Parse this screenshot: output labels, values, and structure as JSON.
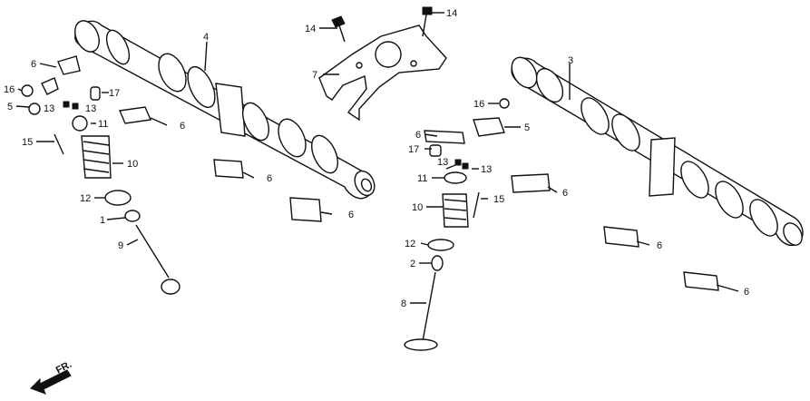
{
  "diagram": {
    "callouts": [
      {
        "id": "c-4",
        "text": "4"
      },
      {
        "id": "c-3",
        "text": "3"
      },
      {
        "id": "c-14a",
        "text": "14"
      },
      {
        "id": "c-14b",
        "text": "14"
      },
      {
        "id": "c-7",
        "text": "7"
      },
      {
        "id": "c-6a",
        "text": "6"
      },
      {
        "id": "c-16a",
        "text": "16"
      },
      {
        "id": "c-17a",
        "text": "17"
      },
      {
        "id": "c-5a",
        "text": "5"
      },
      {
        "id": "c-13a",
        "text": "13"
      },
      {
        "id": "c-13b",
        "text": "13"
      },
      {
        "id": "c-6b",
        "text": "6"
      },
      {
        "id": "c-11a",
        "text": "11"
      },
      {
        "id": "c-15a",
        "text": "15"
      },
      {
        "id": "c-10a",
        "text": "10"
      },
      {
        "id": "c-6c",
        "text": "6"
      },
      {
        "id": "c-12a",
        "text": "12"
      },
      {
        "id": "c-1",
        "text": "1"
      },
      {
        "id": "c-6d",
        "text": "6"
      },
      {
        "id": "c-9",
        "text": "9"
      },
      {
        "id": "c-16b",
        "text": "16"
      },
      {
        "id": "c-6e",
        "text": "6"
      },
      {
        "id": "c-5b",
        "text": "5"
      },
      {
        "id": "c-17b",
        "text": "17"
      },
      {
        "id": "c-13c",
        "text": "13"
      },
      {
        "id": "c-13d",
        "text": "13"
      },
      {
        "id": "c-11b",
        "text": "11"
      },
      {
        "id": "c-6f",
        "text": "6"
      },
      {
        "id": "c-15b",
        "text": "15"
      },
      {
        "id": "c-10b",
        "text": "10"
      },
      {
        "id": "c-12b",
        "text": "12"
      },
      {
        "id": "c-2",
        "text": "2"
      },
      {
        "id": "c-8",
        "text": "8"
      },
      {
        "id": "c-6g",
        "text": "6"
      },
      {
        "id": "c-6h",
        "text": "6"
      }
    ],
    "front_indicator": "FR."
  }
}
